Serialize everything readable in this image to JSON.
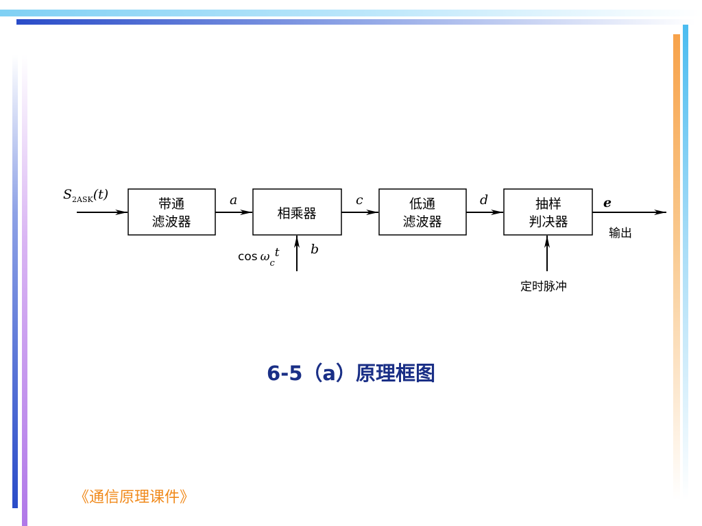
{
  "caption": "6-5（a）原理框图",
  "footer": "《通信原理课件》",
  "diagram": {
    "input": {
      "base": "S",
      "subscript": "2ASK",
      "arg": "(t)"
    },
    "blocks": [
      {
        "line1": "带通",
        "line2": "滤波器"
      },
      {
        "line1": "相乘器",
        "line2": ""
      },
      {
        "line1": "低通",
        "line2": "滤波器"
      },
      {
        "line1": "抽样",
        "line2": "判决器"
      }
    ],
    "signals": {
      "a": "a",
      "b": "b",
      "c": "c",
      "d": "d",
      "e": "e"
    },
    "carrier": {
      "cos": "cos",
      "omega": "ω",
      "sub": "c",
      "t": "t"
    },
    "timing": "定时脉冲",
    "output": "输出"
  },
  "colors": {
    "caption": "#1a2f86",
    "footer": "#f08a1c",
    "line": "#000000"
  }
}
